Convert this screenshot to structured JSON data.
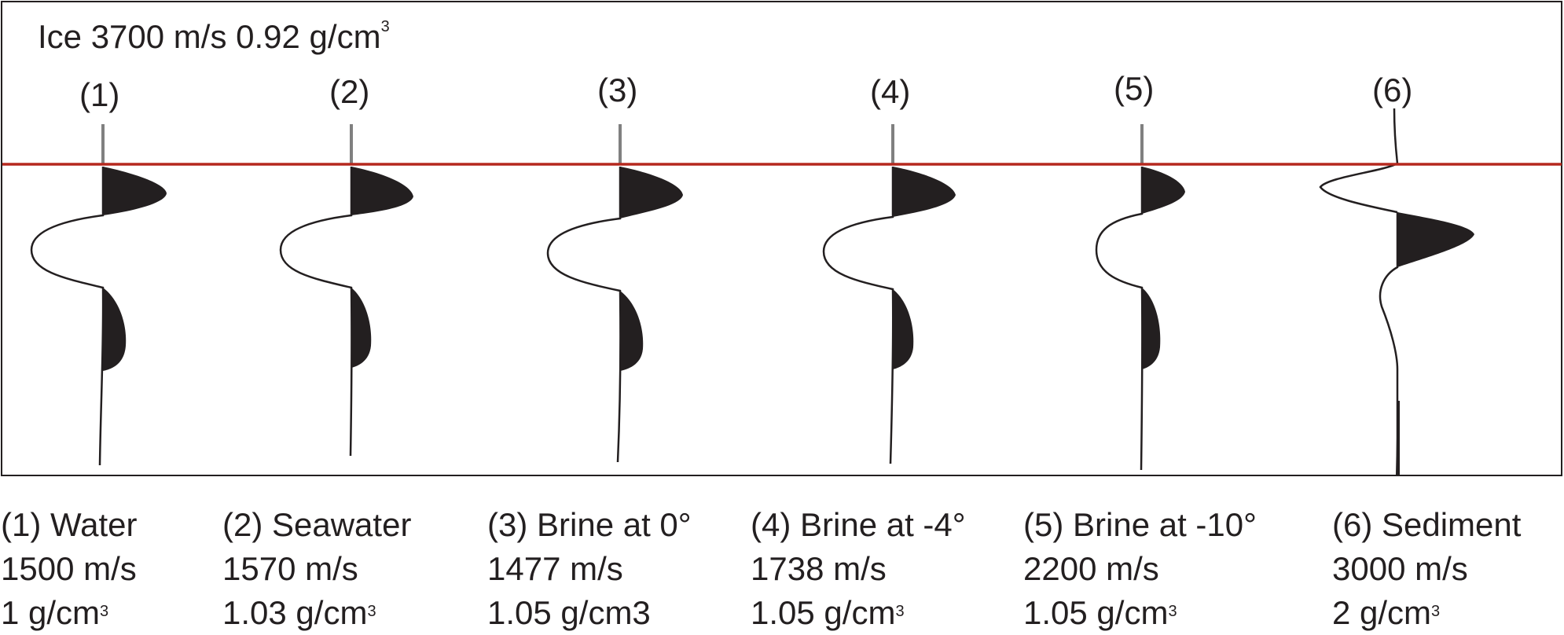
{
  "header": {
    "prefix": "Ice 3700 m/s 0.92 g/cm",
    "sup": "3"
  },
  "colors": {
    "interface_line": "#b5281e",
    "trace": "#231f20",
    "leader": "#808080"
  },
  "traces": [
    {
      "number": "(1)",
      "name": "(1) Water",
      "velocity": "1500 m/s",
      "density": "1 g/cm",
      "density_sup": "3"
    },
    {
      "number": "(2)",
      "name": "(2) Seawater",
      "velocity": "1570 m/s",
      "density": "1.03 g/cm",
      "density_sup": "3"
    },
    {
      "number": "(3)",
      "name": "(3) Brine at 0°",
      "velocity": "1477 m/s",
      "density": "1.05 g/cm3",
      "density_sup": ""
    },
    {
      "number": "(4)",
      "name": "(4) Brine at -4°",
      "velocity": "1738 m/s",
      "density": "1.05 g/cm",
      "density_sup": "3"
    },
    {
      "number": "(5)",
      "name": "(5) Brine at -10°",
      "velocity": "2200 m/s",
      "density": "1.05 g/cm",
      "density_sup": "3"
    },
    {
      "number": "(6)",
      "name": "(6) Sediment",
      "velocity": "3000 m/s",
      "density": "2 g/cm",
      "density_sup": "3"
    }
  ]
}
